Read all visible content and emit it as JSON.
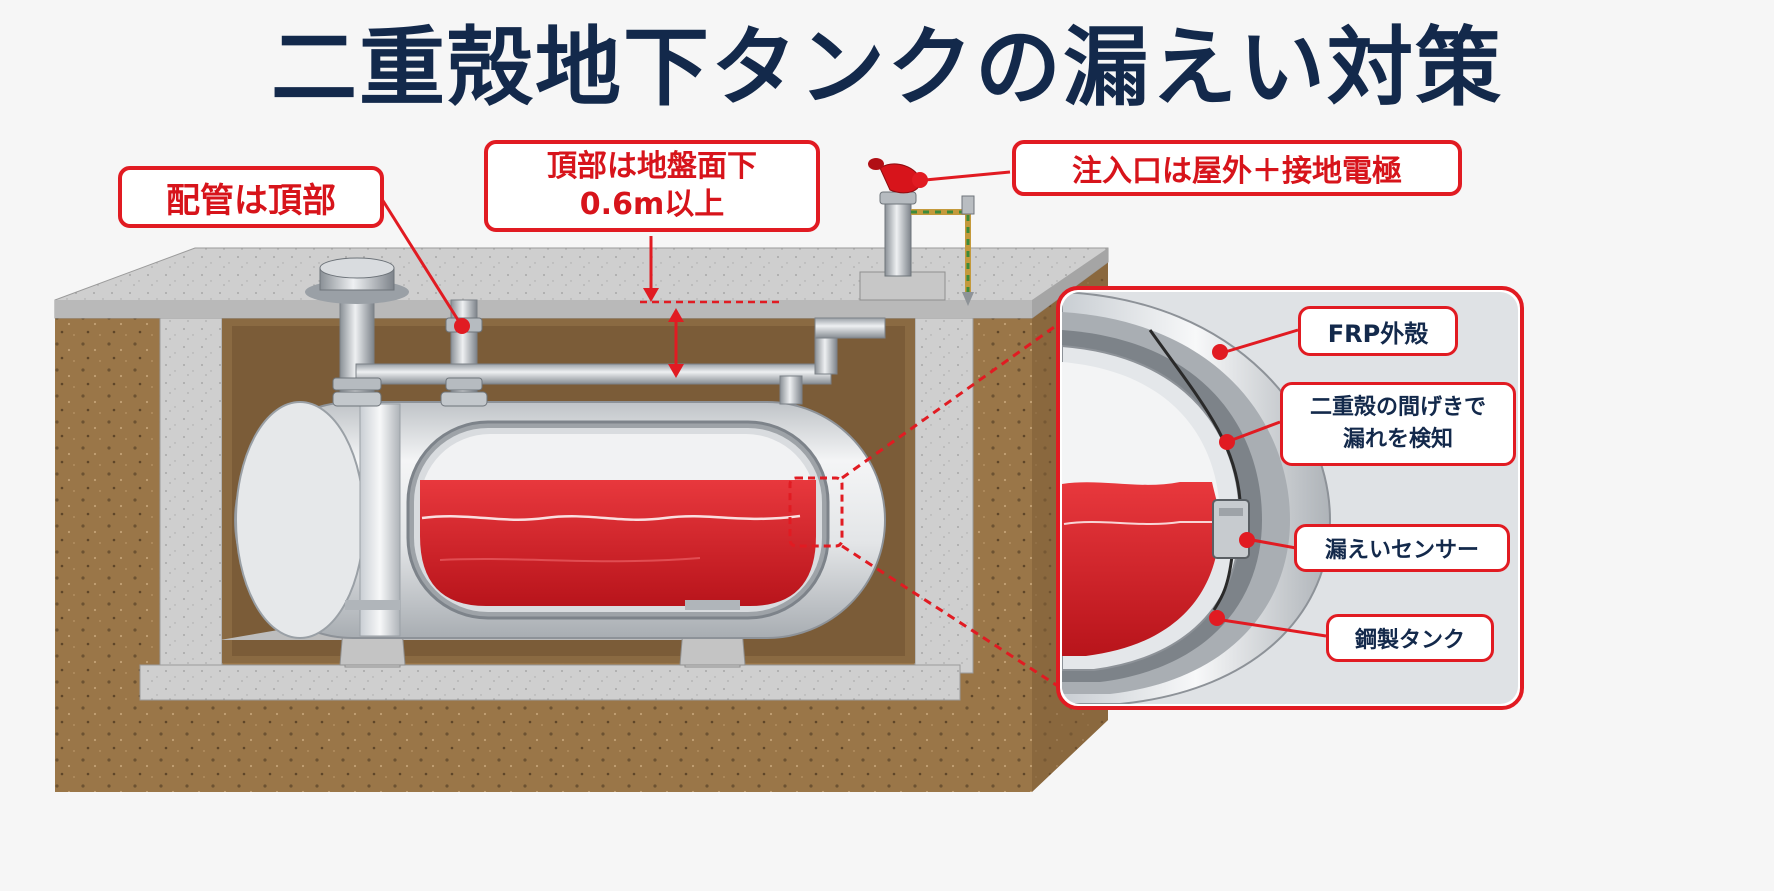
{
  "title": "二重殻地下タンクの漏えい対策",
  "callouts": {
    "piping_top": "配管は頂部",
    "depth_line1": "頂部は地盤面下",
    "depth_line2": "0.6m以上",
    "inlet": "注入口は屋外＋接地電極",
    "frp_shell": "FRP外殻",
    "gap_line1": "二重殻の間げきで",
    "gap_line2": "漏れを検知",
    "leak_sensor": "漏えいセンサー",
    "steel_tank": "鋼製タンク"
  },
  "colors": {
    "accent_red": "#e11b22",
    "title_navy": "#13294b",
    "soil_brown": "#9a7648",
    "concrete_gray": "#c9c9c9",
    "liquid_red": "#d8232a"
  },
  "icons": [
    "manhole-icon",
    "fill-inlet-icon",
    "ground-electrode-icon",
    "leak-sensor-icon"
  ]
}
